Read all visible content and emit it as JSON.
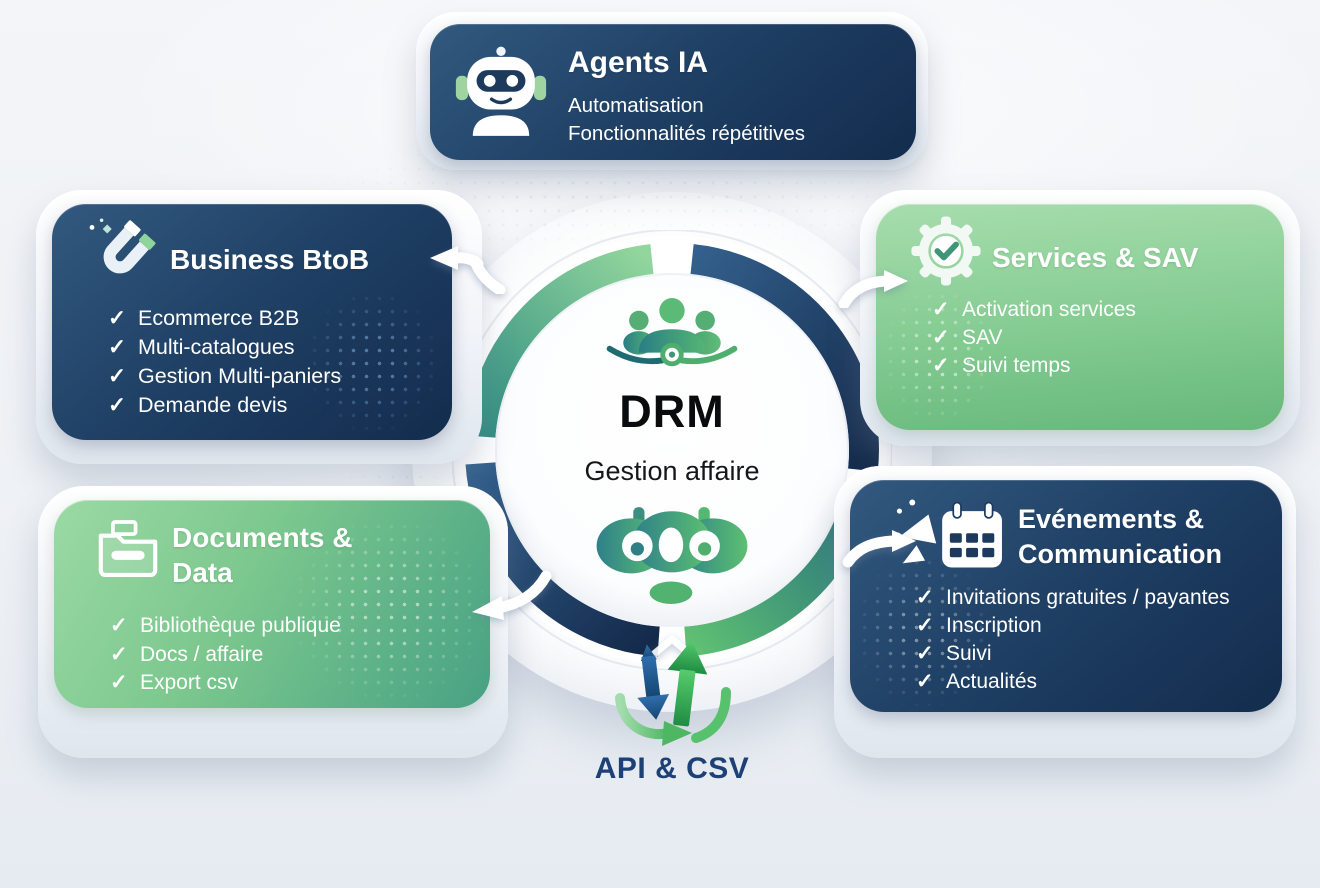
{
  "glyphs": {
    "check": "✓"
  },
  "colors": {
    "navy": "#1e3e63",
    "green": "#76c489",
    "teal": "#2f8c7e",
    "api_blue": "#1f5b94",
    "api_green": "#3fae5c",
    "api_label_color": "#1d4076"
  },
  "center": {
    "title": "DRM",
    "subtitle": "Gestion affaire"
  },
  "api": {
    "label": "API & CSV"
  },
  "nodes": {
    "agents": {
      "title": "Agents IA",
      "lines": [
        "Automatisation",
        "Fonctionnalités répétitives"
      ],
      "icon": "robot-icon"
    },
    "business": {
      "title": "Business BtoB",
      "items": [
        "Ecommerce B2B",
        "Multi-catalogues",
        "Gestion Multi-paniers",
        "Demande devis"
      ],
      "icon": "magnet-icon"
    },
    "services": {
      "title": "Services & SAV",
      "items": [
        "Activation services",
        "SAV",
        "Suivi temps"
      ],
      "icon": "gear-check-icon"
    },
    "documents": {
      "title": "Documents & Data",
      "items": [
        "Bibliothèque publique",
        "Docs / affaire",
        "Export csv"
      ],
      "icon": "folder-icon"
    },
    "events": {
      "title": "Evénements & Communication",
      "items": [
        "Invitations gratuites / payantes",
        "Inscription",
        "Suivi",
        "Actualités"
      ],
      "icon": "satellite-calendar-icon"
    }
  }
}
